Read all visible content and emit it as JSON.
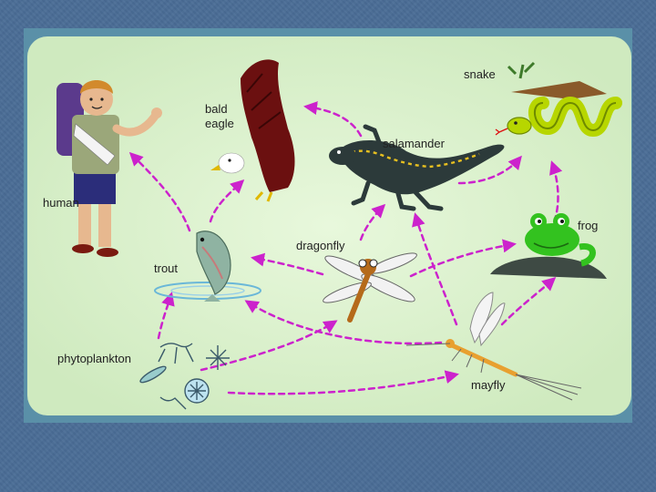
{
  "diagram": {
    "title": "",
    "organisms": {
      "human": "human",
      "bald_eagle": [
        "bald",
        "eagle"
      ],
      "snake": "snake",
      "salamander": "salamander",
      "frog": "frog",
      "trout": "trout",
      "dragonfly": "dragonfly",
      "phytoplankton": "phytoplankton",
      "mayfly": "mayfly"
    },
    "colors": {
      "background": "#4a6d96",
      "panel": "#d8f0c8",
      "arrow": "#cc22cc"
    },
    "edges": [
      {
        "from": "trout",
        "to": "human"
      },
      {
        "from": "trout",
        "to": "bald eagle"
      },
      {
        "from": "salamander",
        "to": "bald eagle"
      },
      {
        "from": "salamander",
        "to": "snake"
      },
      {
        "from": "frog",
        "to": "snake"
      },
      {
        "from": "dragonfly",
        "to": "trout"
      },
      {
        "from": "dragonfly",
        "to": "salamander"
      },
      {
        "from": "dragonfly",
        "to": "frog"
      },
      {
        "from": "mayfly",
        "to": "salamander"
      },
      {
        "from": "mayfly",
        "to": "frog"
      },
      {
        "from": "mayfly",
        "to": "trout"
      },
      {
        "from": "phytoplankton",
        "to": "trout"
      },
      {
        "from": "phytoplankton",
        "to": "dragonfly"
      },
      {
        "from": "phytoplankton",
        "to": "mayfly"
      }
    ]
  }
}
